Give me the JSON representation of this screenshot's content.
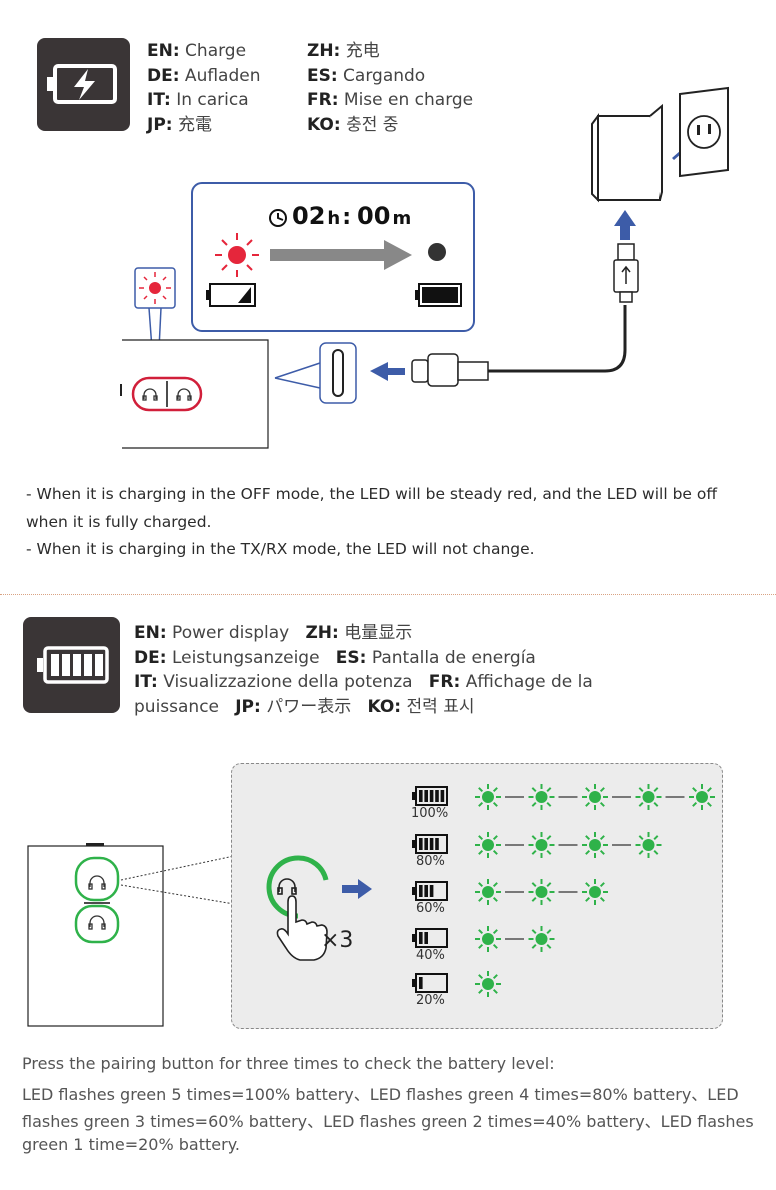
{
  "charge_section": {
    "icon": "battery-charging-icon",
    "langs": [
      {
        "code": "EN:",
        "text": "Charge"
      },
      {
        "code": "DE:",
        "text": "Aufladen"
      },
      {
        "code": "IT:",
        "text": "In carica"
      },
      {
        "code": "JP:",
        "text": "充電"
      },
      {
        "code": "ZH:",
        "text": "充电"
      },
      {
        "code": "ES:",
        "text": "Cargando"
      },
      {
        "code": "FR:",
        "text": "Mise en charge"
      },
      {
        "code": "KO:",
        "text": "충전 중"
      }
    ],
    "timer": {
      "hours": "02",
      "h_unit": "h",
      "colon": ":",
      "minutes": "00",
      "m_unit": "m"
    },
    "notes": [
      "- When it is charging in the OFF mode, the LED will be steady red, and the LED will be off",
      "when it is fully charged.",
      "- When it is charging in the TX/RX mode, the LED will not change."
    ]
  },
  "power_section": {
    "icon": "battery-full-icon",
    "lines": [
      [
        {
          "code": "EN:",
          "text": "Power display"
        },
        {
          "code": "ZH:",
          "text": "电量显示"
        }
      ],
      [
        {
          "code": "DE:",
          "text": "Leistungsanzeige"
        },
        {
          "code": "ES:",
          "text": "Pantalla de energía"
        }
      ],
      [
        {
          "code": "IT:",
          "text": "Visualizzazione della potenza"
        },
        {
          "code": "FR:",
          "text": "Affichage de la"
        }
      ],
      [
        {
          "code": "",
          "text": "puissance"
        },
        {
          "code": "JP:",
          "text": "パワー表示"
        },
        {
          "code": "KO:",
          "text": "전력 표시"
        }
      ]
    ],
    "press_count": "×3",
    "levels": [
      {
        "label": "100%",
        "flashes": 5,
        "bars": 5
      },
      {
        "label": "80%",
        "flashes": 4,
        "bars": 4
      },
      {
        "label": "60%",
        "flashes": 3,
        "bars": 3
      },
      {
        "label": "40%",
        "flashes": 2,
        "bars": 2
      },
      {
        "label": "20%",
        "flashes": 1,
        "bars": 1
      }
    ],
    "paragraph": [
      "Press the pairing button for three times to check the battery level:",
      "LED flashes green 5 times=100% battery、LED flashes green 4 times=80% battery、LED",
      "flashes green 3 times=60% battery、LED flashes green 2 times=40% battery、LED flashes",
      "green 1 time=20% battery."
    ]
  },
  "colors": {
    "red_led": "#e5263b",
    "green_led": "#2fb24a",
    "arrow_blue": "#3d5ca8",
    "panel_border": "#3d5ca8",
    "dark": "#3a3536"
  }
}
